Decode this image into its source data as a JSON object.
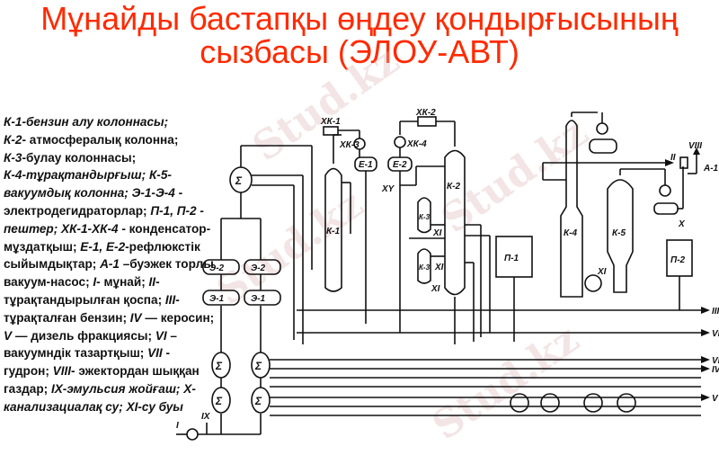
{
  "title": {
    "line1": "Мұнайды бастапқы өңдеу қондырғысының",
    "line2": "сызбасы (ЭЛОУ-АВТ)",
    "color": "#ff2a00"
  },
  "legend": [
    {
      "code": "К-1",
      "text": "-бензин алу колоннасы;"
    },
    {
      "code": "К-2",
      "text": "- атмосфералық колонна;"
    },
    {
      "code": "К-3",
      "text": "-булау колоннасы;"
    },
    {
      "code": "К-4",
      "text": "-тұрақтандырғыш;"
    },
    {
      "code": "К-5",
      "text": "- вакуумдық колонна;"
    },
    {
      "code": "Э-1-Э-4",
      "text": " - электродегидраторлар;"
    },
    {
      "code": "П-1, П-2",
      "text": " - пештер;"
    },
    {
      "code": "ХК-1-ХК-4",
      "text": " - конденсатор-мұздатқыш;"
    },
    {
      "code": "Е-1, Е-2",
      "text": "-рефлюкстік сыйымдықтар;"
    },
    {
      "code": "А-1",
      "text": " –буэжек торлы вакуум-насос;"
    },
    {
      "code": "I",
      "text": "- мұнай;"
    },
    {
      "code": "II",
      "text": "-тұрақтандырылған қоспа;"
    },
    {
      "code": "III",
      "text": "- тұрақталған бензин;"
    },
    {
      "code": "IV",
      "text": " — керосин;"
    },
    {
      "code": "V",
      "text": " — дизель фракциясы;"
    },
    {
      "code": "VI",
      "text": " – вакуумндік тазартқыш;"
    },
    {
      "code": "VII",
      "text": " - гудрон;"
    },
    {
      "code": "VIII",
      "text": "- эжектордан шыққан газдар;"
    },
    {
      "code": "IX",
      "text": "-эмульсия жойғаш;"
    },
    {
      "code": "X",
      "text": "-канализациалақ су;"
    },
    {
      "code": "XI",
      "text": "-су буы"
    }
  ],
  "diagram": {
    "labels": {
      "xk1": "ХК-1",
      "xk2": "ХК-2",
      "xk3": "ХК-3",
      "xk4": "ХК-4",
      "e1": "Е-1",
      "e2": "Е-2",
      "k1": "К-1",
      "k2": "К-2",
      "k3a": "К-3",
      "k3b": "К-3",
      "k4": "К-4",
      "k5": "К-5",
      "p1": "П-1",
      "p2": "П-2",
      "e2a": "Э-2",
      "e2b": "Э-2",
      "e1a": "Э-1",
      "e1b": "Э-1",
      "a1": "А-1",
      "s_I": "I",
      "s_II": "II",
      "s_III": "III",
      "s_IV": "IV",
      "s_V": "V",
      "s_VI": "VI",
      "s_VII": "VII",
      "s_VIII": "VIII",
      "s_IX": "IX",
      "s_X": "X",
      "s_XI_1": "XI",
      "s_XI_2": "XI",
      "s_XI_3": "XI",
      "s_XI_4": "XI",
      "s_XY": "XY"
    }
  },
  "watermark": "Stud.kz"
}
